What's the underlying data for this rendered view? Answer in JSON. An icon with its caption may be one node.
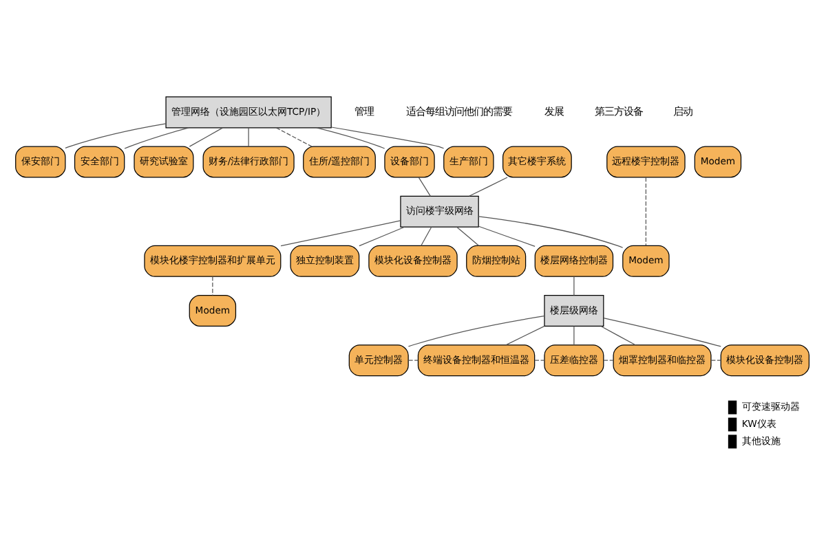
{
  "diagram": {
    "nodes": [
      {
        "text": [
          "管理网络（设施园区以太网TCP/IP）"
        ]
      },
      {
        "text": [
          "设备部门"
        ]
      },
      {
        "text": [
          "生产部门"
        ]
      },
      {
        "text": [
          "保安部门"
        ]
      },
      {
        "text": [
          "安全部门"
        ]
      },
      {
        "text": [
          "研究试验室"
        ]
      },
      {
        "text": [
          "财务/法律行政部门"
        ]
      },
      {
        "text": [
          "住所/遥控部门"
        ]
      },
      {
        "text": [
          "远程楼宇控制器"
        ]
      },
      {
        "text": [
          "Modem"
        ]
      },
      {
        "text": [
          "其它楼宇系统"
        ]
      },
      {
        "text": [
          "访问楼宇级网络"
        ]
      },
      {
        "text": [
          "Modem"
        ]
      },
      {
        "text": [
          "模块化楼宇控制器和扩展单元"
        ]
      },
      {
        "text": [
          "独立控制装置"
        ]
      },
      {
        "text": [
          "模块化设备控制器"
        ]
      },
      {
        "text": [
          "防烟控制站"
        ]
      },
      {
        "text": [
          "Modem"
        ]
      },
      {
        "text": [
          "楼层网络控制器"
        ]
      },
      {
        "text": [
          "楼层级网络"
        ]
      },
      {
        "text": [
          "单元控制器"
        ]
      },
      {
        "text": [
          "终端设备控制器和恒温器"
        ]
      },
      {
        "text": [
          "压差临控器"
        ]
      },
      {
        "text": [
          "烟罩控制器和临控器"
        ]
      },
      {
        "text": [
          "模块化设备控制器"
        ]
      }
    ],
    "edges": [
      {
        "from": 1,
        "to": 0,
        "arrow": "none"
      },
      {
        "from": 2,
        "to": 0,
        "arrow": "none"
      },
      {
        "from": 3,
        "to": 0,
        "arrow": "none"
      },
      {
        "from": 4,
        "to": 0,
        "arrow": "none"
      },
      {
        "from": 5,
        "to": 0,
        "arrow": "none"
      },
      {
        "from": 6,
        "to": 0,
        "arrow": "none"
      },
      {
        "from": 7,
        "to": 0,
        "arrow": "none",
        "style": "dashed"
      },
      {
        "from": 1,
        "to": 11,
        "arrow": "none"
      },
      {
        "from": 10,
        "to": 11,
        "arrow": "none"
      },
      {
        "from": 8,
        "to": 12,
        "arrow": "none",
        "style": "dashed"
      },
      {
        "from": 12,
        "to": 11,
        "arrow": "none"
      },
      {
        "from": 13,
        "to": 11,
        "arrow": "none"
      },
      {
        "from": 14,
        "to": 11,
        "arrow": "none"
      },
      {
        "from": 15,
        "to": 11,
        "arrow": "none"
      },
      {
        "from": 16,
        "to": 11,
        "arrow": "none"
      },
      {
        "from": 13,
        "to": 17,
        "arrow": "none",
        "style": "dashed"
      },
      {
        "from": 11,
        "to": 18,
        "arrow": "none"
      },
      {
        "from": 18,
        "to": 19,
        "arrow": "none"
      },
      {
        "from": 19,
        "to": 20,
        "arrow": "none"
      },
      {
        "from": 19,
        "to": 21,
        "arrow": "none"
      },
      {
        "from": 19,
        "to": 22,
        "arrow": "none"
      },
      {
        "from": 19,
        "to": 23,
        "arrow": "none"
      },
      {
        "from": 19,
        "to": 24,
        "arrow": "none"
      },
      {
        "from": 20,
        "to": 21,
        "arrow": "none",
        "style": "dashed"
      },
      {
        "from": 21,
        "to": 22,
        "arrow": "none",
        "style": "dashed"
      },
      {
        "from": 22,
        "to": 23,
        "arrow": "none",
        "style": "dashed"
      },
      {
        "from": 23,
        "to": 24,
        "arrow": "none",
        "style": "dashed"
      }
    ],
    "labels": [
      "管理",
      "适合每组访问他们的需要",
      "发展",
      "第三方设备",
      "启动"
    ],
    "legend": [
      {
        "text": "可变速驱动器",
        "color": "#000000"
      },
      {
        "text": "KW仪表",
        "color": "#000000"
      },
      {
        "text": "其他设施",
        "color": "#000000"
      }
    ]
  }
}
